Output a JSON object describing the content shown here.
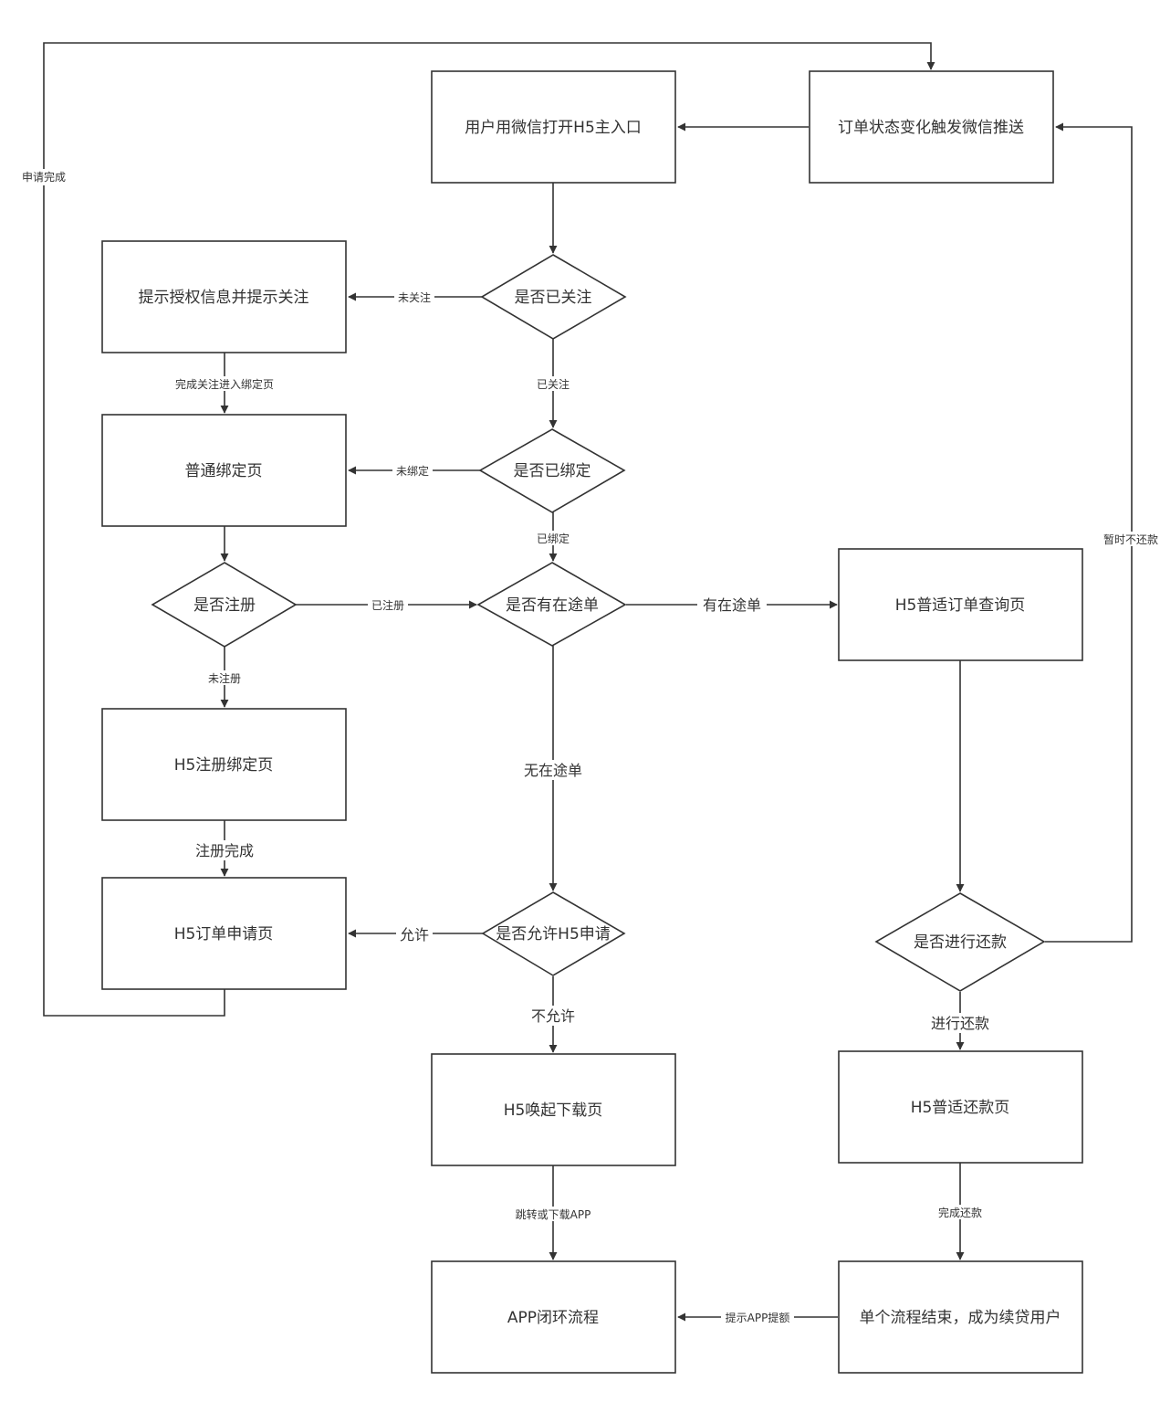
{
  "nodes": {
    "entry": "用户用微信打开H5主入口",
    "push": "订单状态变化触发微信推送",
    "auth": "提示授权信息并提示关注",
    "followed_q": "是否已关注",
    "bind": "普通绑定页",
    "bound_q": "是否已绑定",
    "registered_q": "是否注册",
    "inflight_q": "是否有在途单",
    "order_query": "H5普适订单查询页",
    "register_bind": "H5注册绑定页",
    "order_apply": "H5订单申请页",
    "allow_q": "是否允许H5申请",
    "repay_q": "是否进行还款",
    "download": "H5唤起下载页",
    "repay": "H5普适还款页",
    "app_loop": "APP闭环流程",
    "end": "单个流程结束，成为续贷用户"
  },
  "edges": {
    "apply_done": "申请完成",
    "not_followed": "未关注",
    "follow_done": "完成关注进入绑定页",
    "followed": "已关注",
    "not_bound": "未绑定",
    "bound": "已绑定",
    "registered": "已注册",
    "has_inflight": "有在途单",
    "not_registered": "未注册",
    "no_inflight": "无在途单",
    "register_done": "注册完成",
    "allow": "允许",
    "not_allow": "不允许",
    "jump_download": "跳转或下载APP",
    "temp_no_repay": "暂时不还款",
    "do_repay": "进行还款",
    "repay_done": "完成还款",
    "prompt_app": "提示APP提额"
  }
}
